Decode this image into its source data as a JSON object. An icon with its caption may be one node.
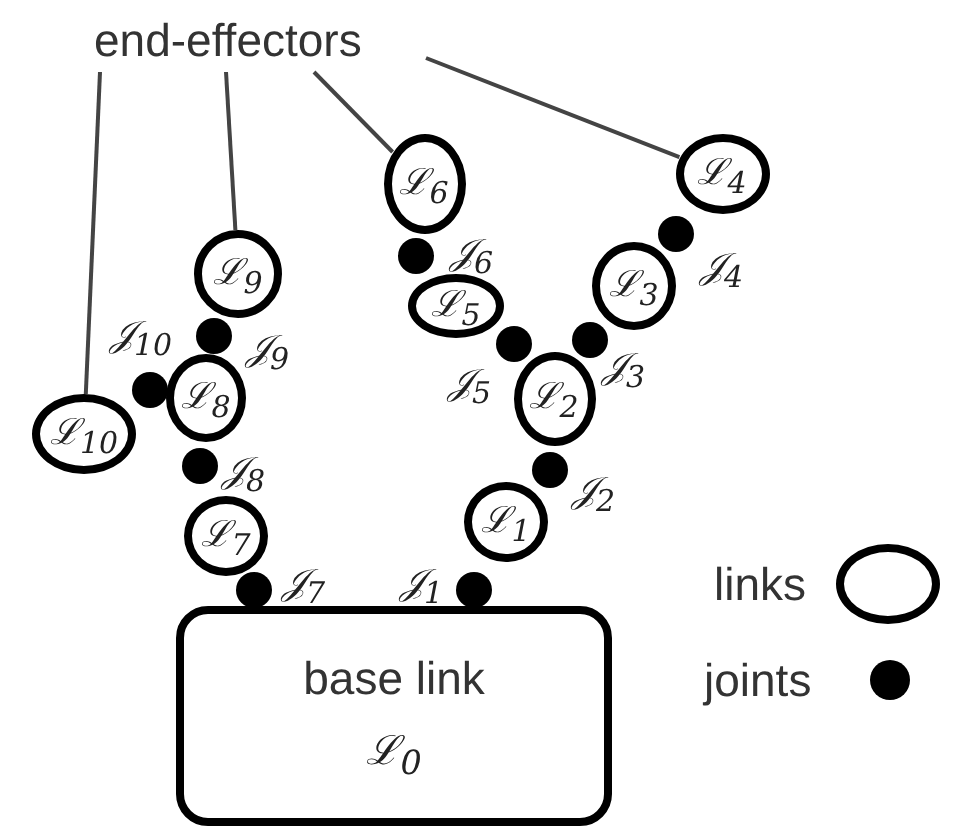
{
  "diagram": {
    "nodes": [
      {
        "text": [
          "end-effectors"
        ]
      },
      {
        "text": [
          "ℒ$_{6}$"
        ]
      },
      {
        "text": [
          "ℒ$_{4}$"
        ]
      },
      {
        "text": [
          "ℒ$_{9}$"
        ]
      },
      {
        "text": [
          "ℒ$_{3}$"
        ]
      },
      {
        "text": [
          "ℒ$_{5}$"
        ]
      },
      {
        "text": [
          "ℒ$_{2}$"
        ]
      },
      {
        "text": [
          "ℒ$_{8}$"
        ]
      },
      {
        "text": [
          "ℒ$_{10}$"
        ]
      },
      {
        "text": [
          "ℒ$_{1}$"
        ]
      },
      {
        "text": [
          "ℒ$_{7}$"
        ]
      },
      {
        "text": [
          "base link",
          "ℒ$_{0}$"
        ]
      },
      {
        "text": [],
        "shape": "circle",
        "beside": [
          "𝒥$_{1}$"
        ]
      },
      {
        "text": [],
        "shape": "circle",
        "beside": [
          "𝒥$_{2}$"
        ]
      },
      {
        "text": [],
        "shape": "circle",
        "beside": [
          "𝒥$_{3}$"
        ]
      },
      {
        "text": [],
        "shape": "circle",
        "beside": [
          "𝒥$_{4}$"
        ]
      },
      {
        "text": [],
        "shape": "circle",
        "beside": [
          "𝒥$_{5}$"
        ]
      },
      {
        "text": [],
        "shape": "circle",
        "beside": [
          "𝒥$_{6}$"
        ]
      },
      {
        "text": [],
        "shape": "circle",
        "beside": [
          "𝒥$_{7}$"
        ]
      },
      {
        "text": [],
        "shape": "circle",
        "beside": [
          "𝒥$_{8}$"
        ]
      },
      {
        "text": [],
        "shape": "circle",
        "beside": [
          "𝒥$_{9}$"
        ]
      },
      {
        "text": [],
        "shape": "circle",
        "beside": [
          "𝒥$_{10}$"
        ]
      }
    ],
    "edges": [
      {
        "from": 0,
        "to": 8,
        "arrow": "none"
      },
      {
        "from": 0,
        "to": 3,
        "arrow": "none"
      },
      {
        "from": 0,
        "to": 1,
        "arrow": "none"
      },
      {
        "from": 0,
        "to": 2,
        "arrow": "none"
      }
    ],
    "legend": [
      {
        "text": "links"
      },
      {
        "text": "joints"
      }
    ]
  }
}
